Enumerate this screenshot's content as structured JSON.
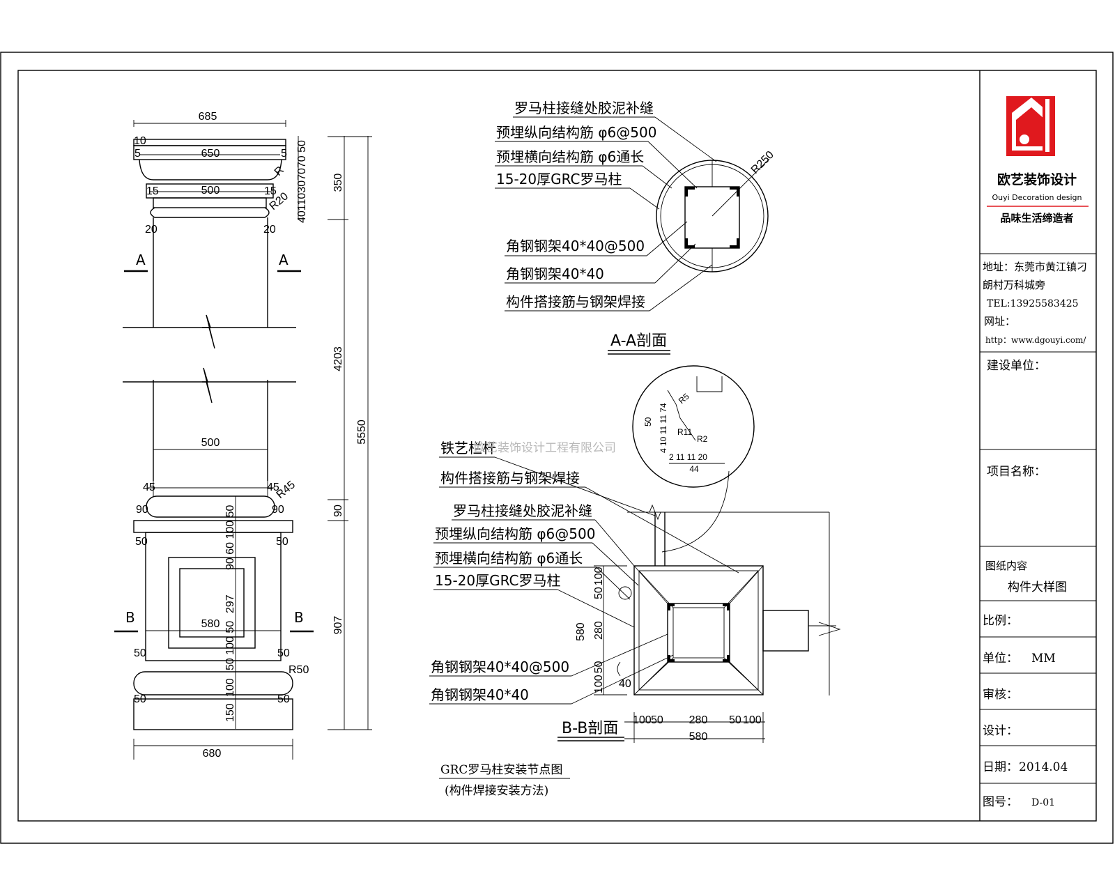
{
  "elevation": {
    "top": {
      "w685": "685",
      "w650": "650",
      "w500": "500",
      "n10": "10",
      "n5a": "5",
      "n5b": "5",
      "n15a": "15",
      "n15b": "15",
      "n20a": "20",
      "n20b": "20",
      "stack": "40110307070 50",
      "r": "R",
      "r20": "R20",
      "v350": "350"
    },
    "shaft": {
      "w500": "500",
      "v4203": "4203",
      "v5550": "5550",
      "secA_left": "A",
      "secA_right": "A"
    },
    "base": {
      "n45a": "45",
      "n45b": "45",
      "r45": "R45",
      "n90a": "90",
      "n90b": "90",
      "stack_top": "90 60 100 50",
      "v90": "90",
      "n50a": "50",
      "n50b": "50",
      "w580": "580",
      "v297": "297",
      "stack_mid": "50 100 50",
      "n50c": "50",
      "n50d": "50",
      "r50": "R50",
      "v100": "100",
      "n50e": "50",
      "n50f": "50",
      "v150": "150",
      "v907": "907",
      "w680": "680",
      "secB_left": "B",
      "secB_right": "B"
    }
  },
  "section_aa": {
    "title": "A-A剖面",
    "r250": "R250",
    "labels": [
      "罗马柱接缝处胶泥补缝",
      "预埋纵向结构筋 φ6@500",
      "预埋横向结构筋 φ6通长",
      "15-20厚GRC罗马柱",
      "角钢钢架40*40@500",
      "角钢钢架40*40",
      "构件搭接筋与钢架焊接"
    ]
  },
  "section_bb": {
    "title": "B-B剖面",
    "labels": [
      "铁艺栏杆",
      "构件搭接筋与钢架焊接",
      "罗马柱接缝处胶泥补缝",
      "预埋纵向结构筋 φ6@500",
      "预埋横向结构筋 φ6通长",
      "15-20厚GRC罗马柱",
      "角钢钢架40*40@500",
      "角钢钢架40*40"
    ],
    "dims": {
      "d100a": "100",
      "d50a": "50",
      "d580v": "580",
      "d280v": "280",
      "d50b": "50",
      "d100b": "100",
      "d40": "40",
      "bottom_row": [
        "100",
        "50",
        "280",
        "50",
        "100"
      ],
      "d580h": "580"
    },
    "detail": {
      "d50": "50",
      "stack": "4 10 11 11 74",
      "r_a": "R5",
      "r_b": "R11",
      "r_c": "R2",
      "row": "2 11 11 20",
      "d44": "44"
    }
  },
  "caption": {
    "line1": "GRC罗马柱安装节点图",
    "line2": "(构件焊接安装方法)"
  },
  "watermark": "欧艺装饰设计工程有限公司",
  "title_block": {
    "company": "欧艺装饰设计",
    "company_en": "Ouyi Decoration design",
    "slogan": "品味生活缔造者",
    "addr1": "地址：东莞市黄江镇刁",
    "addr2": "朗村万科城旁",
    "tel": "TEL:13925583425",
    "web_label": "网址：",
    "web": "http：www.dgouyi.com/",
    "client": "建设单位：",
    "project": "项目名称：",
    "content_label": "图纸内容",
    "content": "构件大样图",
    "scale": "比例：",
    "unit_label": "单位：",
    "unit": "MM",
    "review": "审核：",
    "design": "设计：",
    "date_label": "日期：",
    "date": "2014.04",
    "sheet_label": "图号：",
    "sheet": "D-01"
  },
  "colors": {
    "logo_red": "#e0191e",
    "line": "#000000"
  }
}
